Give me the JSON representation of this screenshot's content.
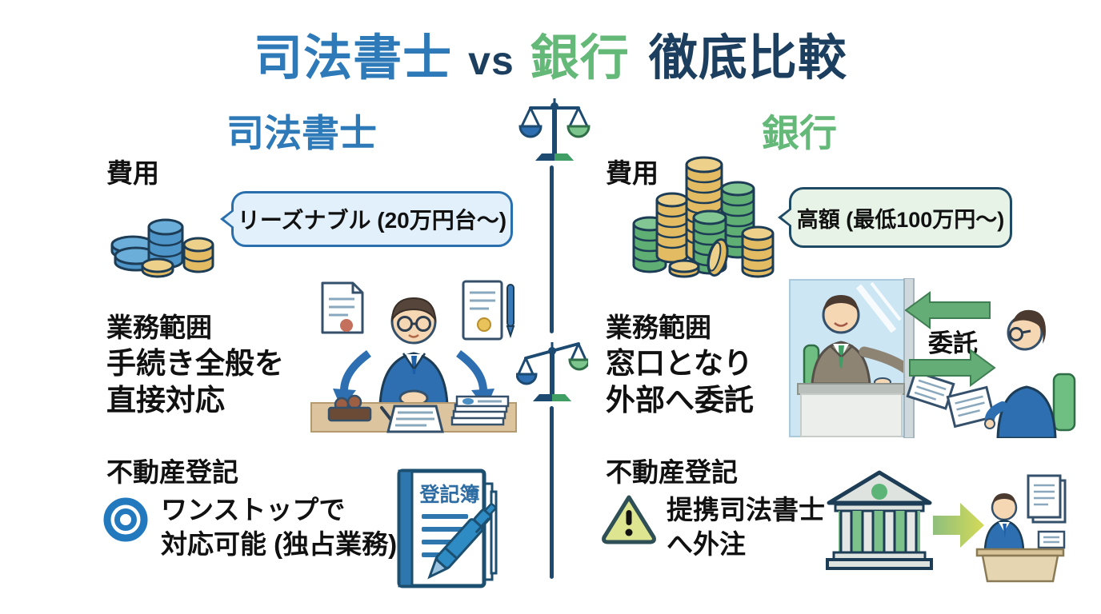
{
  "title": {
    "shiho": "司法書士",
    "vs": "vs",
    "bank": "銀行",
    "rest": "徹底比較"
  },
  "colors": {
    "blue_accent": "#2e7ab8",
    "green_accent": "#64b878",
    "navy": "#1d3f5f",
    "bubble_blue_bg": "#e1f0fb",
    "bubble_green_bg": "#e8f3e8",
    "warning_fill": "#dde590"
  },
  "left": {
    "header": "司法書士",
    "cost_label": "費用",
    "cost_bubble": "リーズナブル (20万円台〜)",
    "scope_label": "業務範囲",
    "scope_line1": "手続き全般を",
    "scope_line2": "直接対応",
    "registry_label": "不動産登記",
    "registry_line1": "ワンストップで",
    "registry_line2": "対応可能 (独占業務)",
    "book_title": "登記簿"
  },
  "right": {
    "header": "銀行",
    "cost_label": "費用",
    "cost_bubble": "高額 (最低100万円〜)",
    "scope_label": "業務範囲",
    "scope_line1": "窓口となり",
    "scope_line2": "外部へ委託",
    "delegation": "委託",
    "registry_label": "不動産登記",
    "registry_line1": "提携司法書士",
    "registry_line2": "へ外注"
  }
}
